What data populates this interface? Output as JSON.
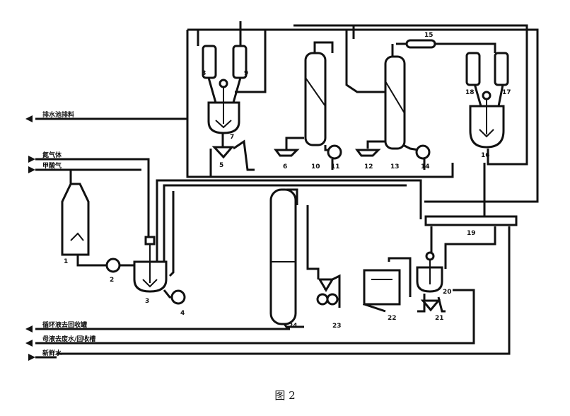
{
  "caption": "图 2",
  "stream_labels": {
    "top_left_out": "排水池排料",
    "in_a": "氮气体",
    "in_b": "甲酸气",
    "bottom_out_a": "循环液去回收罐",
    "bottom_out_b": "母液去废水/回收槽",
    "bottom_in": "新鲜水"
  },
  "equipment_numbers": {
    "n1": "1",
    "n2": "2",
    "n3": "3",
    "n4": "4",
    "n5": "5",
    "n6": "6",
    "n7": "7",
    "n8": "8",
    "n9": "9",
    "n10": "10",
    "n11": "11",
    "n12": "12",
    "n13": "13",
    "n14": "14",
    "n15": "15",
    "n16": "16",
    "n17": "17",
    "n18": "18",
    "n19": "19",
    "n20": "20",
    "n21": "21",
    "n22": "22",
    "n23": "23",
    "n24": "24"
  }
}
